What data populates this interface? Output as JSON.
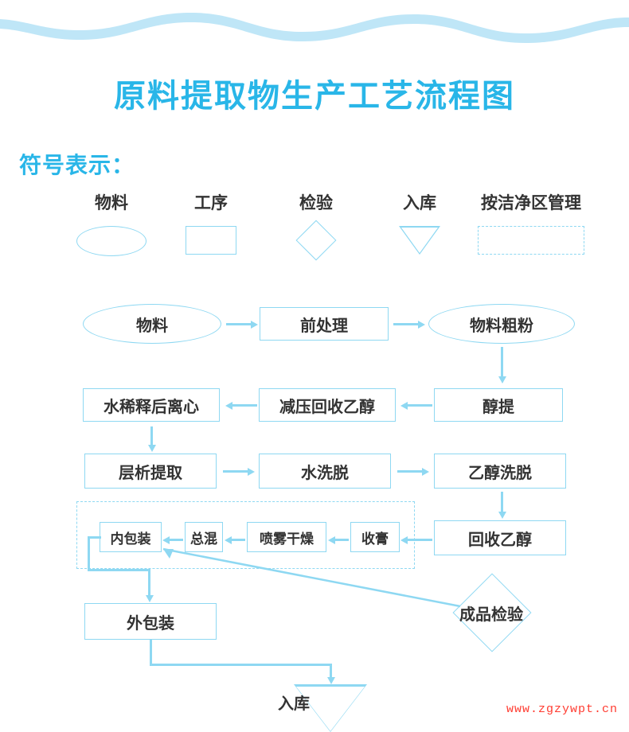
{
  "page": {
    "title": "原料提取物生产工艺流程图",
    "accent_color": "#29b6e8",
    "line_color": "#8ed8f2",
    "watermark": "www.zgzywpt.cn"
  },
  "legend": {
    "heading": "符号表示：",
    "items": [
      {
        "label": "物料",
        "shape": "ellipse"
      },
      {
        "label": "工序",
        "shape": "rectangle"
      },
      {
        "label": "检验",
        "shape": "diamond"
      },
      {
        "label": "入库",
        "shape": "triangle"
      },
      {
        "label": "按洁净区管理",
        "shape": "dashed-rectangle"
      }
    ]
  },
  "flowchart": {
    "type": "process-flow",
    "nodes": [
      {
        "id": "n1",
        "label": "物料",
        "shape": "ellipse"
      },
      {
        "id": "n2",
        "label": "前处理",
        "shape": "rectangle"
      },
      {
        "id": "n3",
        "label": "物料粗粉",
        "shape": "ellipse"
      },
      {
        "id": "n4",
        "label": "醇提",
        "shape": "rectangle"
      },
      {
        "id": "n5",
        "label": "减压回收乙醇",
        "shape": "rectangle"
      },
      {
        "id": "n6",
        "label": "水稀释后离心",
        "shape": "rectangle"
      },
      {
        "id": "n7",
        "label": "层析提取",
        "shape": "rectangle"
      },
      {
        "id": "n8",
        "label": "水洗脱",
        "shape": "rectangle"
      },
      {
        "id": "n9",
        "label": "乙醇洗脱",
        "shape": "rectangle"
      },
      {
        "id": "n10",
        "label": "回收乙醇",
        "shape": "rectangle"
      },
      {
        "id": "n11",
        "label": "收膏",
        "shape": "rectangle"
      },
      {
        "id": "n12",
        "label": "喷雾干燥",
        "shape": "rectangle"
      },
      {
        "id": "n13",
        "label": "总混",
        "shape": "rectangle"
      },
      {
        "id": "n14",
        "label": "内包装",
        "shape": "rectangle"
      },
      {
        "id": "n15",
        "label": "外包装",
        "shape": "rectangle"
      },
      {
        "id": "n16",
        "label": "成品检验",
        "shape": "diamond"
      },
      {
        "id": "n17",
        "label": "入库",
        "shape": "triangle"
      }
    ],
    "clean_zone_label": "按洁净区管理",
    "edges": [
      {
        "from": "n1",
        "to": "n2"
      },
      {
        "from": "n2",
        "to": "n3"
      },
      {
        "from": "n3",
        "to": "n4"
      },
      {
        "from": "n4",
        "to": "n5"
      },
      {
        "from": "n5",
        "to": "n6"
      },
      {
        "from": "n6",
        "to": "n7"
      },
      {
        "from": "n7",
        "to": "n8"
      },
      {
        "from": "n8",
        "to": "n9"
      },
      {
        "from": "n9",
        "to": "n10"
      },
      {
        "from": "n10",
        "to": "n11"
      },
      {
        "from": "n11",
        "to": "n12"
      },
      {
        "from": "n12",
        "to": "n13"
      },
      {
        "from": "n13",
        "to": "n14"
      },
      {
        "from": "n14",
        "to": "n15"
      },
      {
        "from": "n15",
        "to": "n17"
      },
      {
        "from": "n16",
        "to": "n14"
      }
    ]
  }
}
